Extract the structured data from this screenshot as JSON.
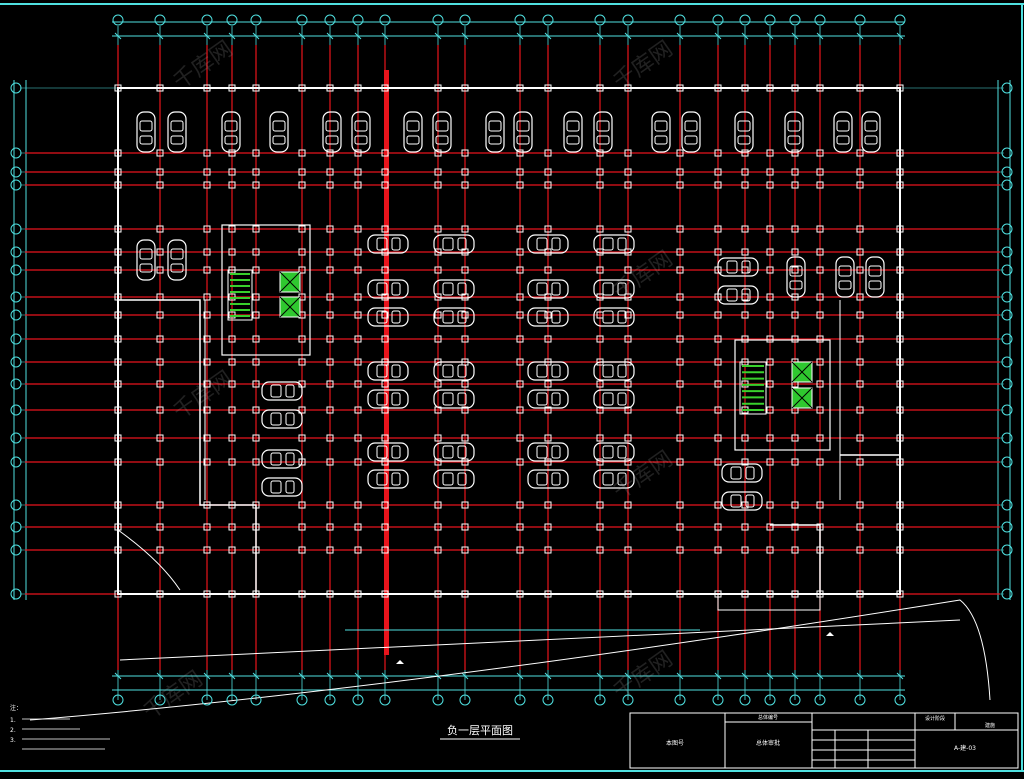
{
  "drawing": {
    "title": "负一层平面图",
    "background": "#000000",
    "colors": {
      "axis": "#4fe0e0",
      "grid_red": "#e8141c",
      "wall": "#ffffff",
      "car": "#ffffff",
      "stair": "#39d02c",
      "elevator": "#2fc82f"
    }
  },
  "title_block": {
    "cell_a": "本图号",
    "cell_b": "总体审批",
    "cell_c": "总体编号",
    "cell_d": "A-建-03",
    "cell_e": "设计阶段",
    "cell_f": "建施"
  },
  "notes": [
    "注：",
    "1.",
    "2.",
    "3."
  ],
  "watermark": "千库网"
}
